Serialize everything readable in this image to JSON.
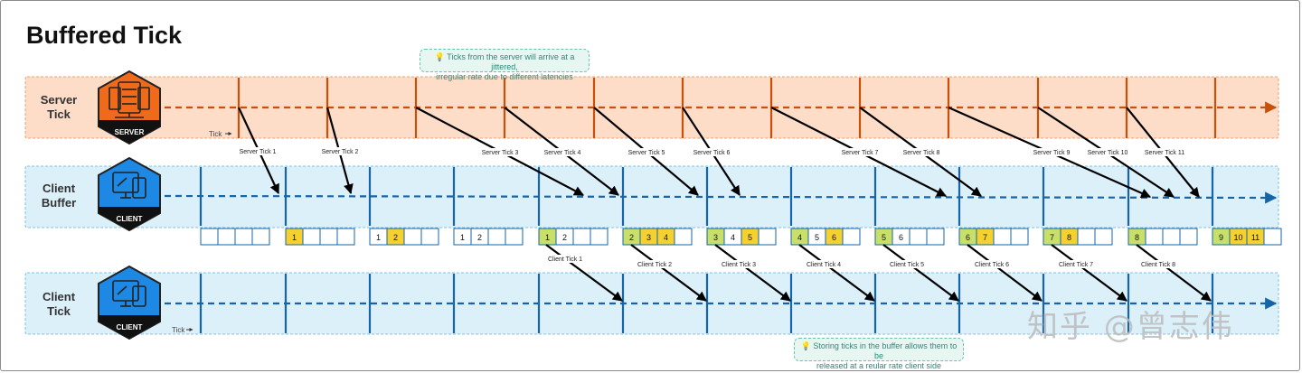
{
  "title": "Buffered Tick",
  "lanes": {
    "server": {
      "label": "Server\nTick",
      "badge": "SERVER"
    },
    "buffer": {
      "label": "Client\nBuffer",
      "badge": "CLIENT"
    },
    "client": {
      "label": "Client\nTick",
      "badge": "CLIENT"
    }
  },
  "tick_tag": "Tick",
  "notes": {
    "top": "💡 Ticks from the server will arrive at a jittered,\nirregular rate due to different latencies",
    "bottom": "💡 Storing ticks in the buffer allows them to be\nreleased at a reular rate client side"
  },
  "watermark": "知乎 @曾志伟",
  "colors": {
    "server_fill": "#fddcc8",
    "server_border": "#f0a070",
    "server_line": "#c8500a",
    "client_fill": "#dcf0fa",
    "client_border": "#7ec0e0",
    "client_line": "#1565a8",
    "server_icon": "#f06a1c",
    "client_icon": "#1e88e5",
    "slot_green": "#c8e06a",
    "slot_yellow": "#f5d130",
    "arrow": "#000000"
  },
  "server_tick_arrows": [
    {
      "label": "Server Tick 1"
    },
    {
      "label": "Server Tick 2"
    },
    {
      "label": "Server Tick 3"
    },
    {
      "label": "Server Tick 4"
    },
    {
      "label": "Server Tick 5"
    },
    {
      "label": "Server Tick 6"
    },
    {
      "label": "Server Tick 7"
    },
    {
      "label": "Server Tick 8"
    },
    {
      "label": "Server Tick 9"
    },
    {
      "label": "Server Tick 10"
    },
    {
      "label": "Server Tick 11"
    }
  ],
  "buffers": [
    [],
    [
      {
        "n": "1",
        "c": "y"
      }
    ],
    [
      {
        "n": "1",
        "c": "w"
      },
      {
        "n": "2",
        "c": "y"
      }
    ],
    [
      {
        "n": "1",
        "c": "w"
      },
      {
        "n": "2",
        "c": "w"
      }
    ],
    [
      {
        "n": "1",
        "c": "g"
      },
      {
        "n": "2",
        "c": "w"
      }
    ],
    [
      {
        "n": "2",
        "c": "g"
      },
      {
        "n": "3",
        "c": "y"
      },
      {
        "n": "4",
        "c": "y"
      }
    ],
    [
      {
        "n": "3",
        "c": "g"
      },
      {
        "n": "4",
        "c": "w"
      },
      {
        "n": "5",
        "c": "y"
      }
    ],
    [
      {
        "n": "4",
        "c": "g"
      },
      {
        "n": "5",
        "c": "w"
      },
      {
        "n": "6",
        "c": "y"
      }
    ],
    [
      {
        "n": "5",
        "c": "g"
      },
      {
        "n": "6",
        "c": "w"
      }
    ],
    [
      {
        "n": "6",
        "c": "g"
      },
      {
        "n": "7",
        "c": "y"
      }
    ],
    [
      {
        "n": "7",
        "c": "g"
      },
      {
        "n": "8",
        "c": "y"
      }
    ],
    [
      {
        "n": "8",
        "c": "g"
      }
    ],
    [
      {
        "n": "9",
        "c": "g"
      },
      {
        "n": "10",
        "c": "y"
      },
      {
        "n": "11",
        "c": "y"
      }
    ]
  ],
  "client_tick_arrows": [
    {
      "label": "Client Tick 1"
    },
    {
      "label": "Client Tick 2"
    },
    {
      "label": "Client Tick 3"
    },
    {
      "label": "Client Tick 4"
    },
    {
      "label": "Client Tick 5"
    },
    {
      "label": "Client Tick 6"
    },
    {
      "label": "Client Tick 7"
    },
    {
      "label": "Client Tick 8"
    }
  ]
}
